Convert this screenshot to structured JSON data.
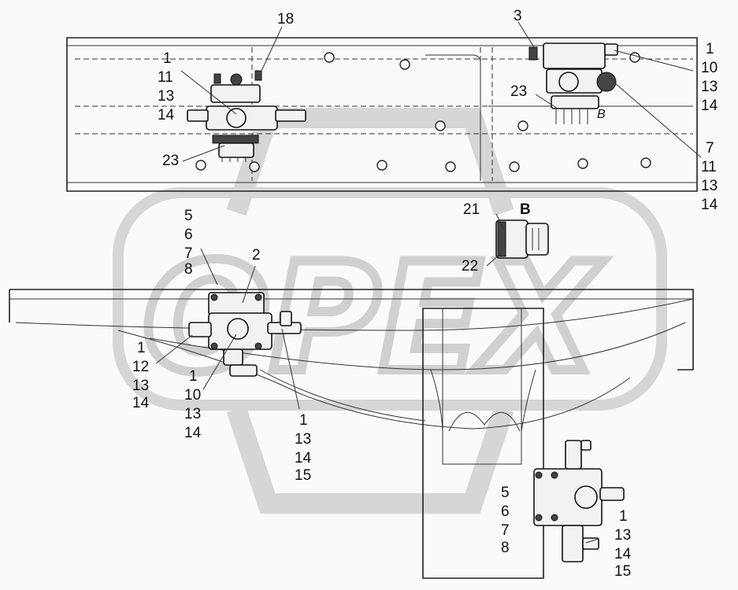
{
  "watermark": {
    "text": "OPEX"
  },
  "callouts": {
    "top_left_18": "18",
    "top_left_stack": [
      "1",
      "11",
      "13",
      "14"
    ],
    "top_left_23": "23",
    "top_right_3": "3",
    "top_right_stack_a": [
      "1",
      "10",
      "13",
      "14"
    ],
    "top_right_23": "23",
    "top_right_b": "B",
    "top_right_stack_b": [
      "7",
      "11",
      "13",
      "14"
    ],
    "detail_title": "B",
    "detail_21": "21",
    "detail_22": "22",
    "mid_stack_a": [
      "5",
      "6",
      "7",
      "8"
    ],
    "mid_2": "2",
    "mid_stack_b": [
      "1",
      "12",
      "13",
      "14"
    ],
    "mid_stack_c": [
      "1",
      "10",
      "13",
      "14"
    ],
    "mid_stack_d": [
      "1",
      "13",
      "14",
      "15"
    ],
    "bottom_stack_a": [
      "5",
      "6",
      "7",
      "8"
    ],
    "bottom_stack_b": [
      "1",
      "13",
      "14",
      "15"
    ]
  }
}
